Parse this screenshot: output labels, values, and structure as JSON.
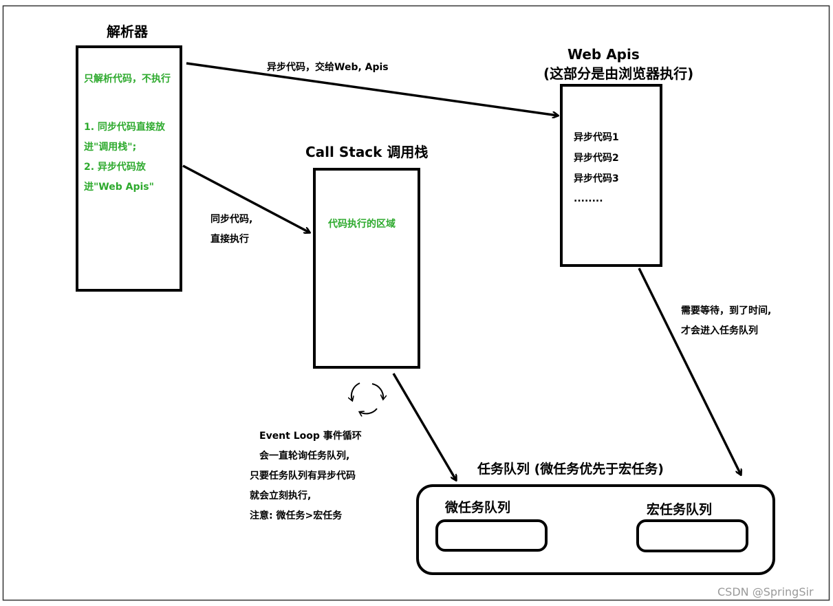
{
  "parser": {
    "title": "解析器",
    "note_top": "只解析代码，不执行",
    "note_line1": "1. 同步代码直接放",
    "note_line2": "进\"调用栈\";",
    "note_line3": "2. 异步代码放",
    "note_line4": "进\"Web Apis\""
  },
  "call_stack": {
    "title": "Call  Stack 调用栈",
    "note": "代码执行的区域"
  },
  "web_apis": {
    "title_line1": "Web  Apis",
    "title_line2": "(这部分是由浏览器执行)",
    "items": [
      "异步代码1",
      "异步代码2",
      "异步代码3",
      "........"
    ]
  },
  "arrows": {
    "async_label": "异步代码，交给Web, Apis",
    "sync_label_line1": "同步代码,",
    "sync_label_line2": "直接执行",
    "wait_label_line1": "需要等待，到了时间,",
    "wait_label_line2": "才会进入任务队列"
  },
  "event_loop": {
    "line1": "Event  Loop 事件循环",
    "line2": "会一直轮询任务队列,",
    "line3": "只要任务队列有异步代码",
    "line4": "就会立刻执行,",
    "line5": "注意: 微任务>宏任务"
  },
  "task_queue": {
    "title": "任务队列 (微任务优先于宏任务)",
    "micro_label": "微任务队列",
    "macro_label": "宏任务队列"
  },
  "watermark": "CSDN @SpringSir",
  "colors": {
    "note_green": "#2eaa2e",
    "stroke": "#000000",
    "frame": "#333333",
    "watermark": "#9a9a9a"
  }
}
